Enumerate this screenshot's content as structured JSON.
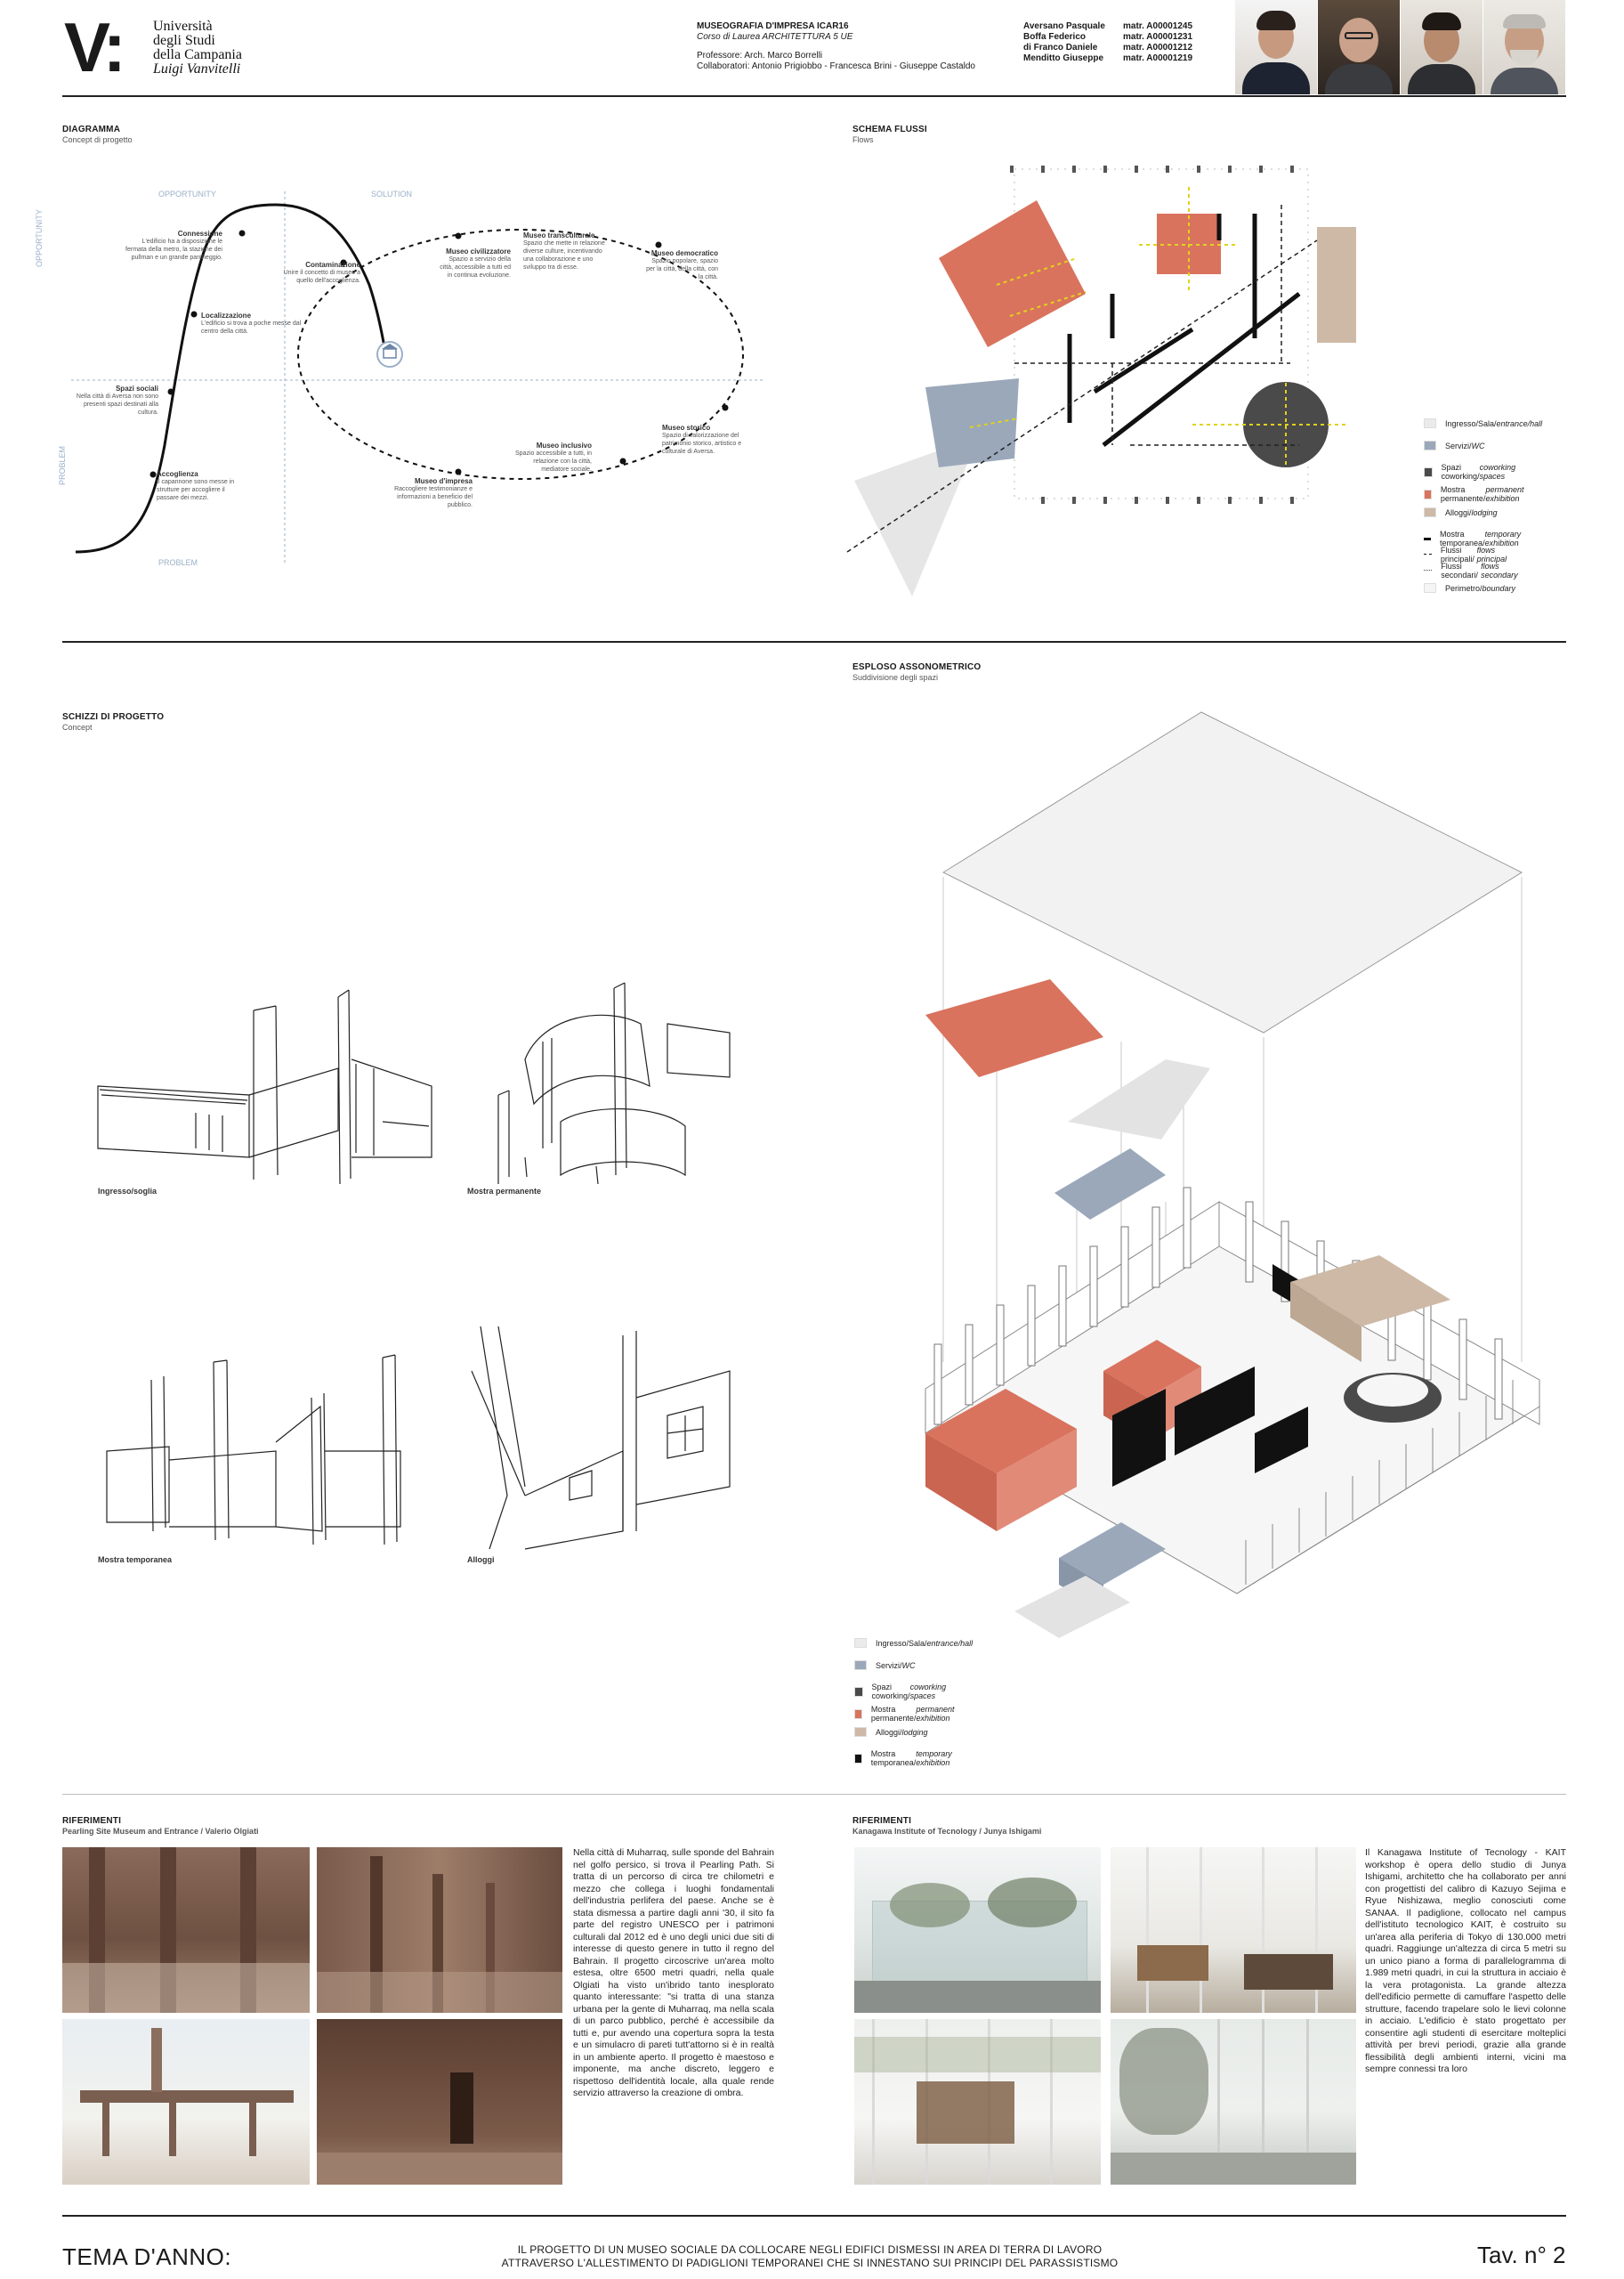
{
  "header": {
    "logo_mark": "V:",
    "uni_lines": [
      "Università",
      "degli Studi",
      "della Campania",
      "Luigi Vanvitelli"
    ],
    "course_title": "MUSEOGRAFIA D'IMPRESA ICAR16",
    "course_sub": "Corso di Laurea ARCHITETTURA 5 UE",
    "professor": "Professore: Arch. Marco Borrelli",
    "collaborators": "Collaboratori: Antonio Prigiobbo - Francesca Brini - Giuseppe Castaldo",
    "students": [
      {
        "name": "Aversano Pasquale",
        "matr": "matr. A00001245"
      },
      {
        "name": "Boffa Federico",
        "matr": "matr. A00001231"
      },
      {
        "name": "di Franco Daniele",
        "matr": "matr. A00001212"
      },
      {
        "name": "Menditto Giuseppe",
        "matr": "matr. A00001219"
      }
    ]
  },
  "diagram": {
    "title": "DIAGRAMMA",
    "subtitle": "Concept di progetto",
    "axis_top_left": "OPPORTUNITY",
    "axis_top_right": "SOLUTION",
    "axis_bottom": "PROBLEM",
    "axis_left_top": "OPPORTUNITY",
    "axis_left_bottom": "PROBLEM",
    "nodes": [
      {
        "label": "Connessione",
        "text": "L'edificio ha a disposizione le fermata della metro, la stazione dei pullman e un grande parcheggio."
      },
      {
        "label": "Localizzazione",
        "text": "L'edificio si trova a poche messe dal centro della città."
      },
      {
        "label": "Spazi sociali",
        "text": "Nella città di Aversa non sono presenti spazi destinati alla cultura."
      },
      {
        "label": "Accoglienza",
        "text": "Il capannone sono messe in strutture per accogliere il passare dei mezzi."
      },
      {
        "label": "Contaminazione",
        "text": "Unire il concetto di museo a quello dell'accoglienza."
      },
      {
        "label": "Museo civilizzatore",
        "text": "Spazio a servizio della città, accessibile a tutti ed in continua evoluzione."
      },
      {
        "label": "Museo transculturale",
        "text": "Spazio che mette in relazione diverse culture, incentivando una collaborazione e uno sviluppo tra di esse."
      },
      {
        "label": "Museo democratico",
        "text": "Spazio popolare, spazio per la città, della città, con la città."
      },
      {
        "label": "Museo storico",
        "text": "Spazio di valorizzazione del patrimonio storico, artistico e culturale di Aversa."
      },
      {
        "label": "Museo inclusivo",
        "text": "Spazio accessibile a tutti, in relazione con la città, mediatore sociale."
      },
      {
        "label": "Museo d'impresa",
        "text": "Raccogliere testimonianze e informazioni a beneficio del pubblico."
      }
    ]
  },
  "flows": {
    "title": "SCHEMA FLUSSI",
    "subtitle": "Flows"
  },
  "legend_a": [
    {
      "label": "Ingresso/Sala/",
      "italic": "entrance/hall",
      "color": "#ebebeb"
    },
    {
      "label": "Servizi/",
      "italic": "WC",
      "color": "#9aa8ba"
    },
    {
      "label": "Spazi coworking/",
      "italic": "coworking spaces",
      "color": "#4a4a4a"
    },
    {
      "label": "Mostra permanente/",
      "italic": "permanent exhibition",
      "color": "#d9735e"
    },
    {
      "label": "Alloggi/",
      "italic": "lodging",
      "color": "#cdb9a6"
    },
    {
      "label": "Mostra temporanea/",
      "italic": "temporary exhibition",
      "color": "#111111"
    },
    {
      "label": "Flussi principali/",
      "italic": "flows principal",
      "color": "line-dash"
    },
    {
      "label": "Flussi secondari/",
      "italic": "flows secondary",
      "color": "line-dot"
    },
    {
      "label": "Perimetro/",
      "italic": "boundary",
      "color": "#f5f5f5"
    }
  ],
  "sketches": {
    "title": "SCHIZZI DI PROGETTO",
    "subtitle": "Concept",
    "captions": [
      "Ingresso/soglia",
      "Mostra permanente",
      "Mostra temporanea",
      "Alloggi"
    ]
  },
  "axon": {
    "title": "ESPLOSO ASSONOMETRICO",
    "subtitle": "Suddivisione degli spazi"
  },
  "legend_b": [
    {
      "label": "Ingresso/Sala/",
      "italic": "entrance/hall",
      "color": "#ebebeb"
    },
    {
      "label": "Servizi/",
      "italic": "WC",
      "color": "#9aa8ba"
    },
    {
      "label": "Spazi coworking/",
      "italic": "coworking spaces",
      "color": "#4a4a4a"
    },
    {
      "label": "Mostra permanente/",
      "italic": "permanent exhibition",
      "color": "#d9735e"
    },
    {
      "label": "Alloggi/",
      "italic": "lodging",
      "color": "#cdb9a6"
    },
    {
      "label": "Mostra temporanea/",
      "italic": "temporary exhibition",
      "color": "#111111"
    }
  ],
  "ref1": {
    "title": "RIFERIMENTI",
    "subtitle": "Pearling Site Museum and Entrance / Valerio Olgiati",
    "text": "Nella città di Muharraq, sulle sponde del Bahrain nel golfo persico, si trova il Pearling Path. Si tratta di un percorso di circa tre chilometri e mezzo che collega i luoghi fondamentali dell'industria perlifera del paese. Anche se è stata dismessa a partire dagli anni '30, il sito fa parte del registro UNESCO per i patrimoni culturali dal 2012 ed è uno degli unici due siti di interesse di questo genere in tutto il regno del Bahrain. Il progetto circoscrive un'area molto estesa, oltre 6500 metri quadri, nella quale Olgiati ha visto un'ibrido tanto inesplorato quanto interessante: \"si tratta di una stanza urbana per la gente di Muharraq, ma nella scala di un parco pubblico, perché è accessibile da tutti e, pur avendo una copertura sopra la testa e un simulacro di pareti tutt'attorno si è in realtà in un ambiente aperto. Il progetto è maestoso e imponente, ma anche discreto, leggero e rispettoso dell'identità locale, alla quale rende servizio attraverso la creazione di ombra."
  },
  "ref2": {
    "title": "RIFERIMENTI",
    "subtitle": "Kanagawa Institute of Tecnology / Junya Ishigami",
    "text": "Il Kanagawa Institute of Tecnology - KAIT workshop è opera dello studio di Junya Ishigami, architetto che ha collaborato per anni con progettisti del calibro di Kazuyo Sejima e Ryue Nishizawa, meglio conosciuti come SANAA. Il padiglione, collocato nel campus dell'istituto tecnologico KAIT, è costruito su un'area alla periferia di Tokyo di 130.000 metri quadri. Raggiunge un'altezza di circa 5 metri su un unico piano a forma di parallelogramma di 1.989 metri quadri, in cui la struttura in acciaio è la vera protagonista. La grande altezza dell'edificio permette di camuffare l'aspetto delle strutture, facendo trapelare solo le lievi colonne in acciaio. L'edificio è stato progettato per consentire agli studenti di esercitare molteplici attività per brevi periodi, grazie alla grande flessibilità degli ambienti interni, vicini ma sempre connessi tra loro"
  },
  "footer": {
    "left": "TEMA D'ANNO:",
    "line1": "IL PROGETTO DI UN MUSEO SOCIALE DA COLLOCARE NEGLI EDIFICI DISMESSI IN AREA DI TERRA DI LAVORO",
    "line2": "ATTRAVERSO L'ALLESTIMENTO DI PADIGLIONI TEMPORANEI CHE SI INNESTANO SUI PRINCIPI DEL PARASSISTISMO",
    "right": "Tav. n° 2"
  },
  "colors": {
    "terracotta": "#d9735e",
    "slate": "#9aa8ba",
    "sand": "#cdb9a6",
    "charcoal": "#4a4a4a",
    "axis_blue": "#9ab0c8",
    "flow_yellow": "#e3d21a"
  }
}
